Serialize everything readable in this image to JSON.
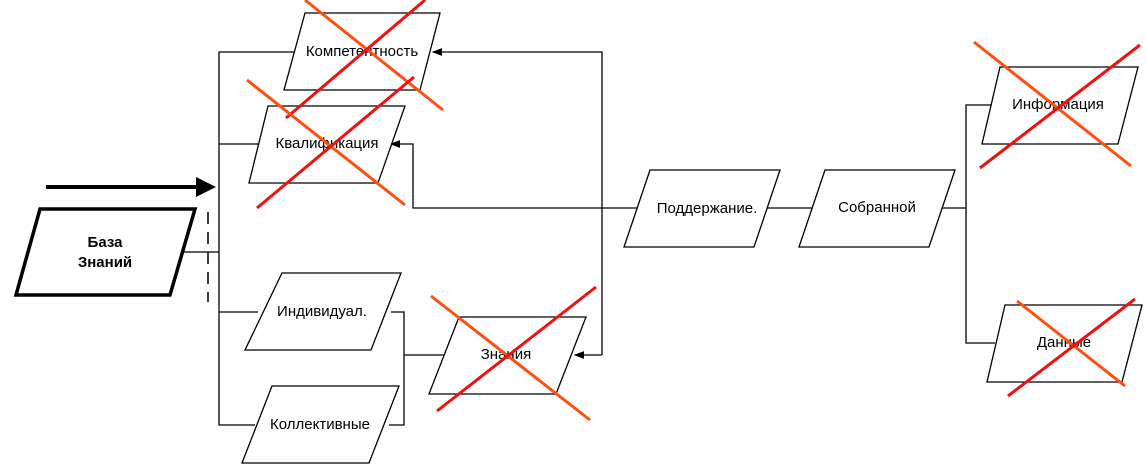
{
  "diagram": {
    "nodes": {
      "knowledge_base": {
        "line1": "База",
        "line2": "Знаний"
      },
      "competence": "Компетентность",
      "qualification": "Квалификация",
      "individual": "Индивидуал.",
      "collective": "Коллективные",
      "knowledge": "Знания",
      "support": "Поддержание.",
      "collected": "Собранной",
      "information": "Информация",
      "data": "Данные"
    },
    "crossed_out": [
      "Компетентность",
      "Квалификация",
      "Знания",
      "Информация",
      "Данные"
    ],
    "colors": {
      "cross_orange": "#ff5010",
      "cross_red": "#f01010"
    }
  }
}
